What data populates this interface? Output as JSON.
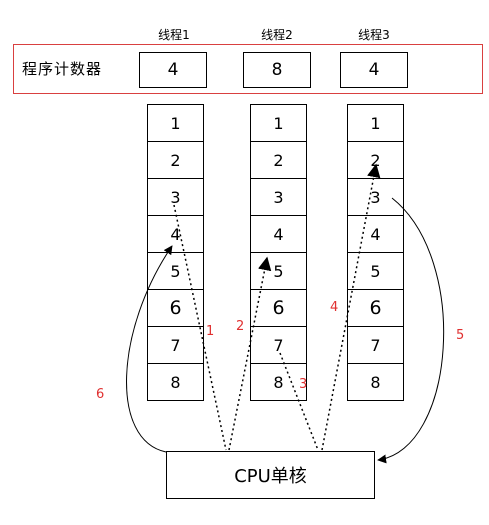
{
  "threads": [
    {
      "name": "线程1",
      "pc": "4",
      "cells": [
        "1",
        "2",
        "3",
        "4",
        "5",
        "6",
        "7",
        "8"
      ]
    },
    {
      "name": "线程2",
      "pc": "8",
      "cells": [
        "1",
        "2",
        "3",
        "4",
        "5",
        "6",
        "7",
        "8"
      ]
    },
    {
      "name": "线程3",
      "pc": "4",
      "cells": [
        "1",
        "2",
        "3",
        "4",
        "5",
        "6",
        "7",
        "8"
      ]
    }
  ],
  "pc_label": "程序计数器",
  "cpu_label": "CPU单核",
  "steps": [
    "1",
    "2",
    "3",
    "4",
    "5",
    "6"
  ],
  "colors": {
    "pc_border": "#d94040",
    "step_label": "#e03030"
  }
}
